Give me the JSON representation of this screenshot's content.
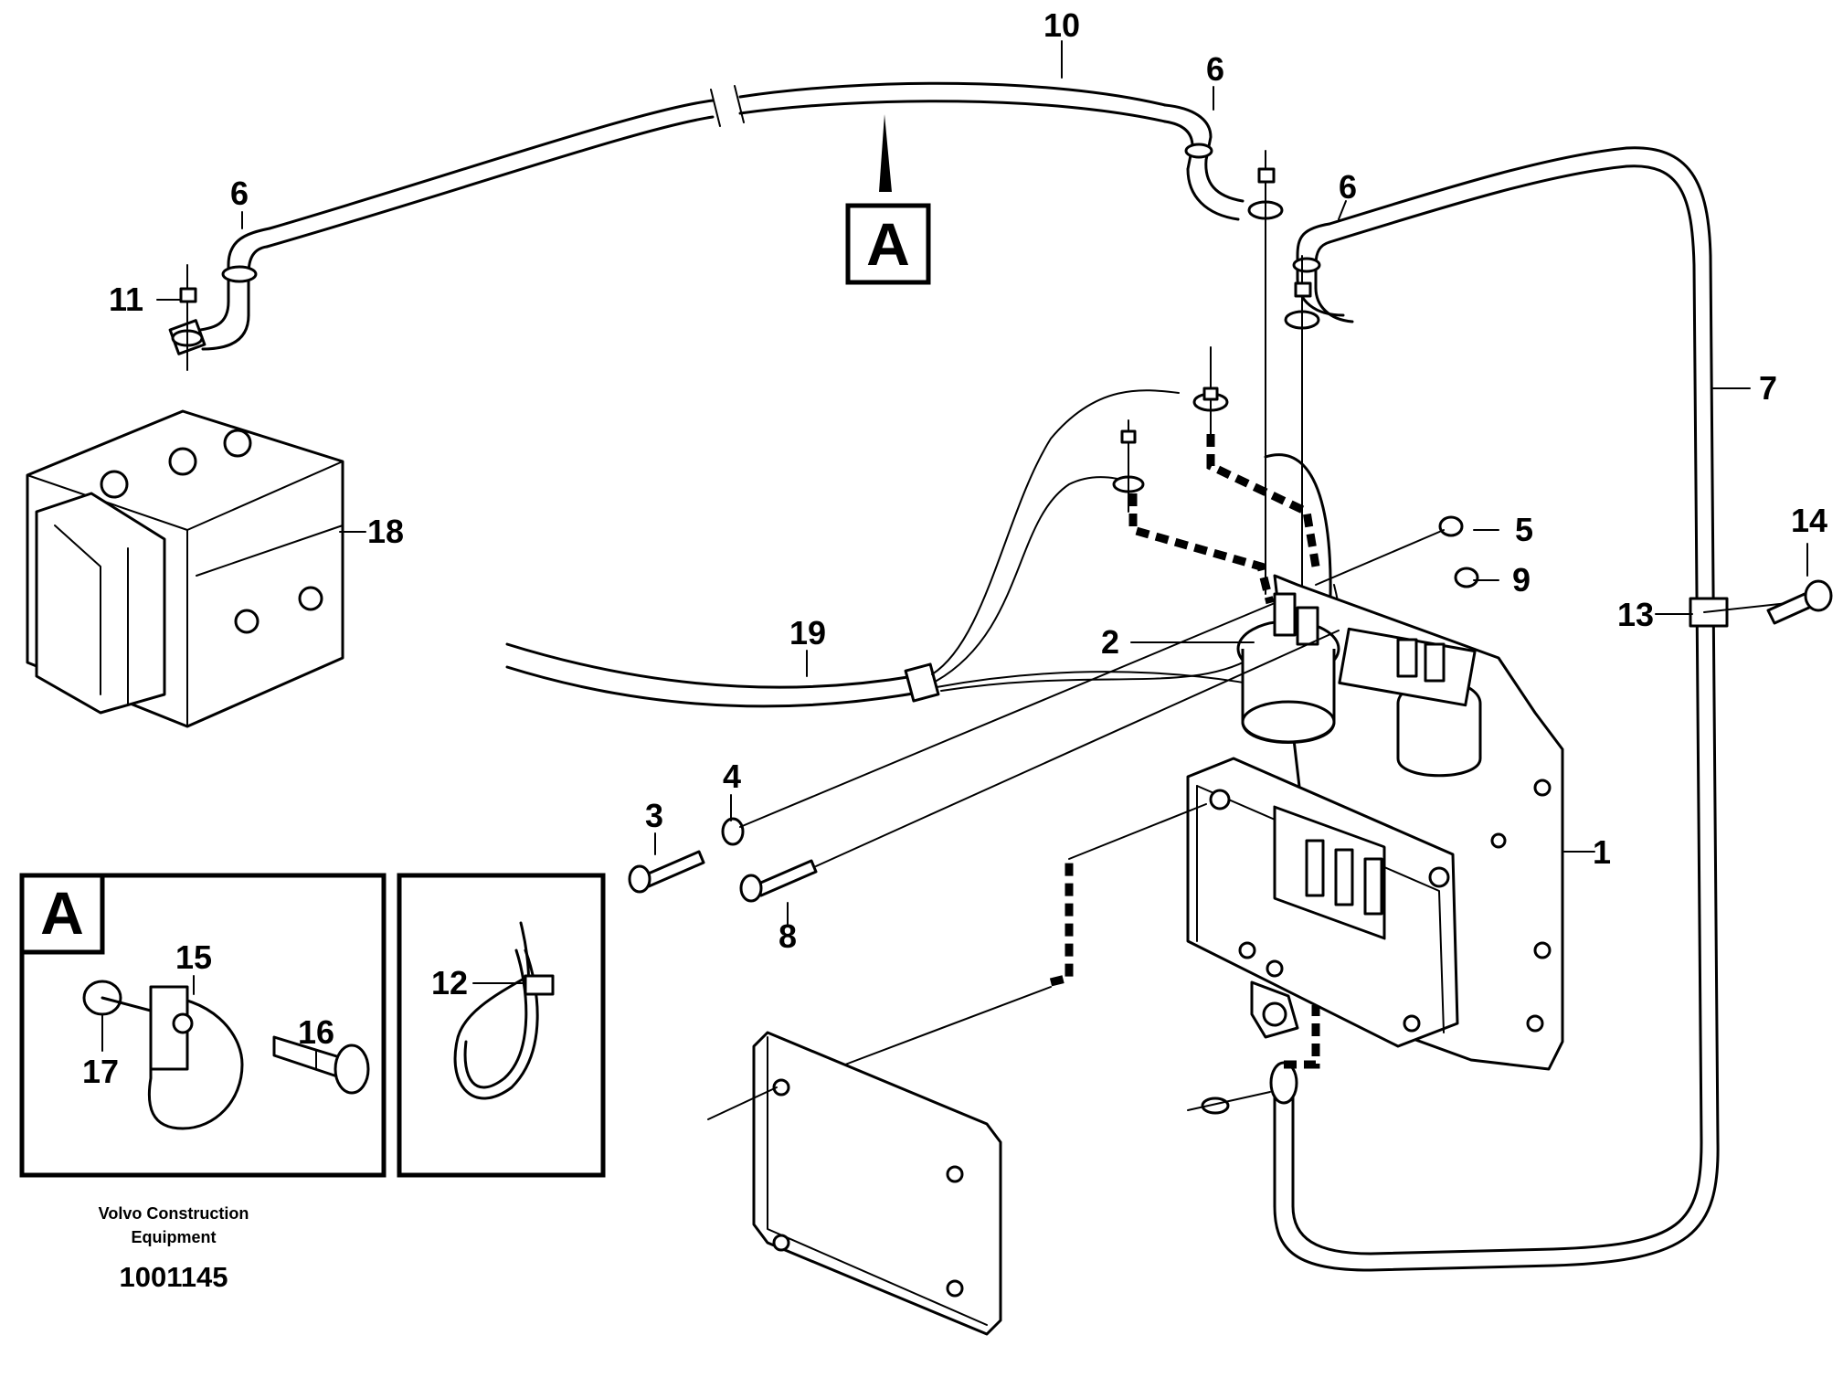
{
  "callouts": {
    "c1": "1",
    "c2": "2",
    "c3": "3",
    "c4": "4",
    "c5": "5",
    "c6a": "6",
    "c6b": "6",
    "c6c": "6",
    "c7": "7",
    "c8": "8",
    "c9": "9",
    "c10": "10",
    "c11": "11",
    "c12": "12",
    "c13": "13",
    "c14": "14",
    "c15": "15",
    "c16": "16",
    "c17": "17",
    "c18": "18",
    "c19": "19"
  },
  "view_marker": "A",
  "detail_view_label": "A",
  "footer": {
    "company_line1": "Volvo Construction",
    "company_line2": "Equipment",
    "drawing_number": "1001145"
  }
}
